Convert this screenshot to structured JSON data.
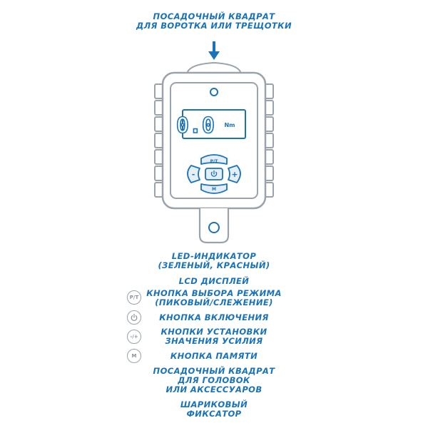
{
  "top_label": {
    "lines": [
      "ПОСАДОЧНЫЙ КВАДРАТ",
      "ДЛЯ ВОРОТКА ИЛИ ТРЕЩОТКИ"
    ]
  },
  "device": {
    "display_value": "0.0",
    "display_unit": "Nm",
    "buttons": {
      "mode": "P/T",
      "minus": "-",
      "plus": "+",
      "memory": "M"
    }
  },
  "legend": [
    {
      "lines": [
        "LED-ИНДИКАТОР",
        "(ЗЕЛЕНЫЙ, КРАСНЫЙ)"
      ],
      "icon": ""
    },
    {
      "lines": [
        "LCD ДИСПЛЕЙ"
      ],
      "icon": ""
    },
    {
      "lines": [
        "КНОПКА ВЫБОРА РЕЖИМА",
        "(ПИКОВЫЙ/СЛЕЖЕНИЕ)"
      ],
      "icon": "P/T"
    },
    {
      "lines": [
        "КНОПКА ВКЛЮЧЕНИЯ"
      ],
      "icon": "power-icon"
    },
    {
      "lines": [
        "КНОПКИ УСТАНОВКИ",
        "ЗНАЧЕНИЯ УСИЛИЯ"
      ],
      "icon": "-/+"
    },
    {
      "lines": [
        "КНОПКА ПАМЯТИ"
      ],
      "icon": "M"
    },
    {
      "lines": [
        "ПОСАДОЧНЫЙ КВАДРАТ",
        "ДЛЯ ГОЛОВОК",
        "ИЛИ АКСЕССУАРОВ"
      ],
      "icon": ""
    },
    {
      "lines": [
        "ШАРИКОВЫЙ",
        "ФИКСАТОР"
      ],
      "icon": ""
    }
  ],
  "colors": {
    "accent": "#1a72b8",
    "outline": "#9aa3ab",
    "button_fill": "#e3eef8"
  }
}
